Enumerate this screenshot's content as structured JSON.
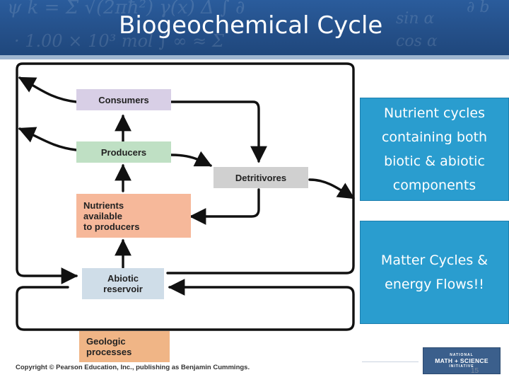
{
  "slide": {
    "title": "Biogeochemical Cycle",
    "page_number": "15"
  },
  "diagram": {
    "nodes": {
      "consumers": "Consumers",
      "producers": "Producers",
      "detritivores": "Detritivores",
      "nutrients": [
        "Nutrients",
        "available",
        "to producers"
      ],
      "abiotic": [
        "Abiotic",
        "reservoir"
      ],
      "geologic": [
        "Geologic",
        "processes"
      ]
    },
    "colors": {
      "consumers": "#d8cfe6",
      "producers": "#bfe0c4",
      "detritivores": "#d0d0d0",
      "nutrients": "#f6b89a",
      "abiotic": "#cfdde8",
      "geologic": "#f0b586",
      "arrows": "#111111"
    },
    "copyright": "Copyright © Pearson Education, Inc., publishing as Benjamin Cummings."
  },
  "callouts": {
    "nutrient": [
      "Nutrient cycles",
      "containing both",
      "biotic & abiotic",
      "components"
    ],
    "matter": [
      "Matter Cycles &",
      "energy Flows!!"
    ]
  },
  "logo": {
    "line1": "NATIONAL",
    "line2": "MATH + SCIENCE",
    "line3": "INITIATIVE"
  }
}
